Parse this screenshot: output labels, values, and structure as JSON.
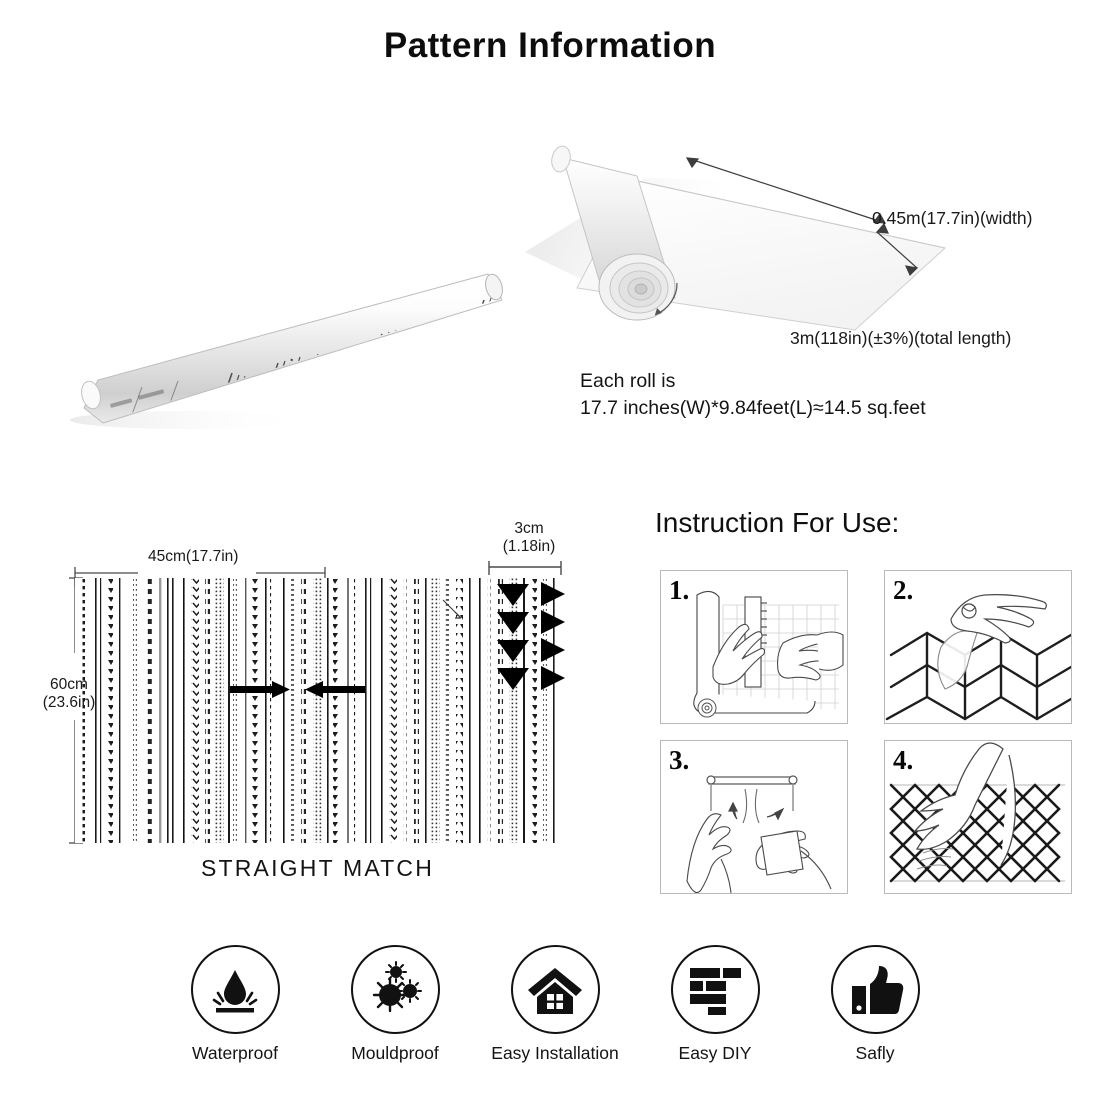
{
  "page": {
    "title": "Pattern Information",
    "background_color": "#ffffff",
    "ink_color": "#111111"
  },
  "roll_spec": {
    "width_label": "0.45m(17.7in)(width)",
    "length_label": "3m(118in)(±3%)(total length)",
    "summary_line1": "Each roll is",
    "summary_line2": "17.7 inches(W)*9.84feet(L)≈14.5 sq.feet",
    "product_photo_alt": "rolled-wallpaper-photo",
    "roll_diagram_alt": "unrolled-wallpaper-perspective-diagram"
  },
  "pattern": {
    "width_label": "45cm(17.7in)",
    "repeat_label_line1": "3cm",
    "repeat_label_line2": "(1.18in)",
    "height_label_line1": "60cm",
    "height_label_line2": "(23.6in)",
    "match_type": "STRAIGHT MATCH",
    "swatch_alt": "vertical-striped-boho-pattern-swatch",
    "repeat_marker_count": 4
  },
  "instructions": {
    "heading": "Instruction For Use:",
    "steps": [
      {
        "number": "1.",
        "art": "hands-applying-wallpaper-from-roll-onto-grid-wall"
      },
      {
        "number": "2.",
        "art": "hand-peeling-backing-from-lattice-sheet"
      },
      {
        "number": "3.",
        "art": "two-hands-smoothing-sheet-edge"
      },
      {
        "number": "4.",
        "art": "hand-smoothing-lattice-wallpaper-on-wall"
      }
    ]
  },
  "features": [
    {
      "label": "Waterproof",
      "icon": "water-droplet-icon"
    },
    {
      "label": "Mouldproof",
      "icon": "mould-spores-icon"
    },
    {
      "label": "Easy Installation",
      "icon": "house-icon"
    },
    {
      "label": "Easy DIY",
      "icon": "brick-wall-icon"
    },
    {
      "label": "Safly",
      "icon": "thumbs-up-icon"
    }
  ]
}
